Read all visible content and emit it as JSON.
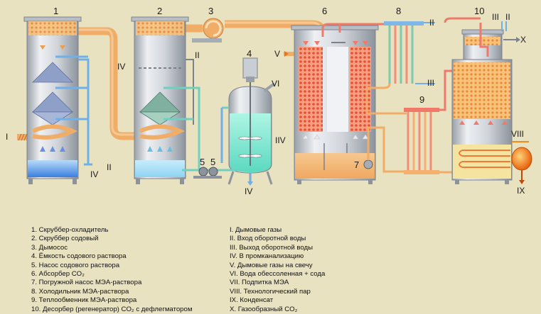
{
  "labels": {
    "n1": "1",
    "n2": "2",
    "n3": "3",
    "n4": "4",
    "n5a": "5",
    "n5b": "5",
    "n6": "6",
    "n7": "7",
    "n8": "8",
    "n9": "9",
    "n10": "10",
    "r_I_left": "I",
    "r_IV_a": "IV",
    "r_II_a": "II",
    "r_IV_b": "IV",
    "r_II_b": "II",
    "r_IV_c": "IV",
    "r_VI": "VI",
    "r_V": "V",
    "r_IIV": "IIV",
    "r_II_c": "II",
    "r_III_a": "III",
    "r_III_b": "III",
    "r_II_d": "II",
    "r_X": "X",
    "r_VIII": "VIII",
    "r_IX": "IX"
  },
  "legend_left": [
    "1. Скруббер-охладитель",
    "2. Скруббер содовый",
    "3. Дымосос",
    "4. Ёмкость содового раствора",
    "5. Насос содового раствора",
    "6. Абсорбер CO₂",
    "7. Погружной насос МЭА-раствора",
    "8. Холодильник МЭА-раствора",
    "9. Теплообменник МЭА-раствора",
    "10. Десорбер (регенератор) CO₂ с дефлегматором"
  ],
  "legend_right": [
    "I. Дымовые газы",
    "II. Вход оборотной воды",
    "III. Выход оборотной воды",
    "IV. В промканализацию",
    "V. Дымовые газы на свечу",
    "VI. Вода обессоленная + сода",
    "VII. Подпитка МЭА",
    "VIII. Технологический пар",
    "IX. Конденсат",
    "X. Газообразный CO₂"
  ],
  "colors": {
    "background": "#e9e2c1",
    "vessel": "#d8dbe0",
    "flue_gas": "#f2b36a",
    "water": "#5aa9e6",
    "soda": "#7fe8d2",
    "mea_hot": "#f07a6a",
    "mea_cold": "#74c8b4",
    "steam": "#f28b1a"
  }
}
